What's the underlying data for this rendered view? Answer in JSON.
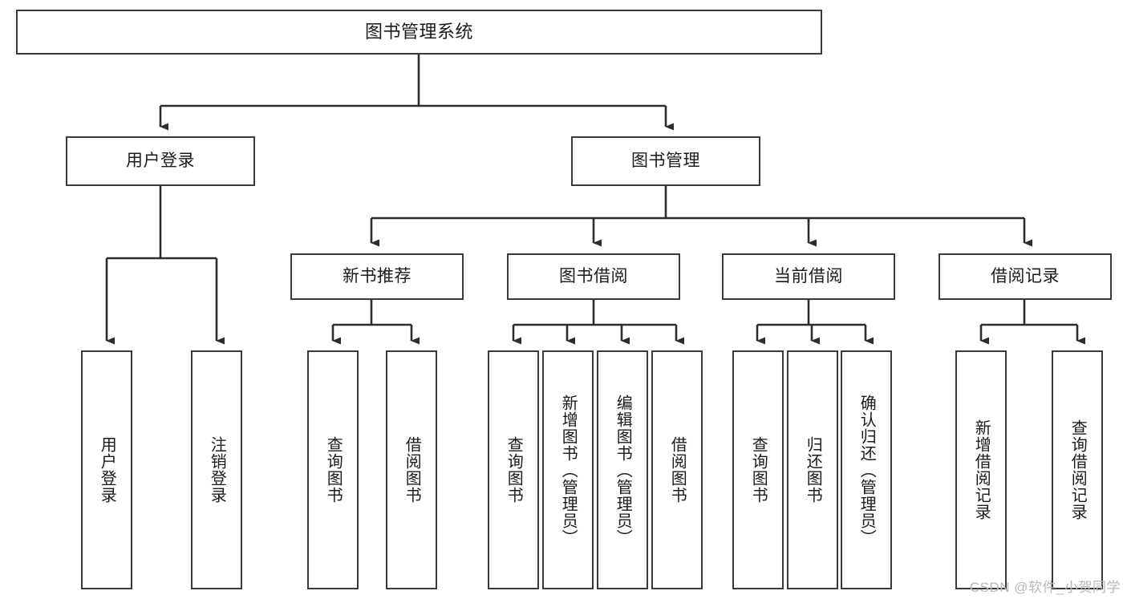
{
  "diagram": {
    "type": "tree-hierarchy-chart",
    "title": "图书管理系统",
    "orientation": "top-down",
    "colors": {
      "box_border": "#3a3a3a",
      "box_fill": "#ffffff",
      "connector": "#2d2d2d",
      "text": "#1b1b1b",
      "watermark": "#b8b8b8"
    },
    "root": {
      "id": "root",
      "label": "图书管理系统"
    },
    "level2": [
      {
        "id": "user-login",
        "label": "用户登录"
      },
      {
        "id": "book-manage",
        "label": "图书管理"
      }
    ],
    "level3": [
      {
        "id": "new-book-rec",
        "label": "新书推荐",
        "parent": "book-manage"
      },
      {
        "id": "book-borrow",
        "label": "图书借阅",
        "parent": "book-manage"
      },
      {
        "id": "current-borrow",
        "label": "当前借阅",
        "parent": "book-manage"
      },
      {
        "id": "borrow-record",
        "label": "借阅记录",
        "parent": "book-manage"
      }
    ],
    "leaves": [
      {
        "id": "leaf-user-login",
        "label": "用户登录",
        "parent": "user-login"
      },
      {
        "id": "leaf-logout",
        "label": "注销登录",
        "parent": "user-login"
      },
      {
        "id": "leaf-query-book-1",
        "label": "查询图书",
        "parent": "new-book-rec"
      },
      {
        "id": "leaf-borrow-book-1",
        "label": "借阅图书",
        "parent": "new-book-rec"
      },
      {
        "id": "leaf-query-book-2",
        "label": "查询图书",
        "parent": "book-borrow"
      },
      {
        "id": "leaf-add-book",
        "label": "新增图书（管理员）",
        "parent": "book-borrow"
      },
      {
        "id": "leaf-edit-book",
        "label": "编辑图书（管理员）",
        "parent": "book-borrow"
      },
      {
        "id": "leaf-borrow-book-2",
        "label": "借阅图书",
        "parent": "book-borrow"
      },
      {
        "id": "leaf-query-book-3",
        "label": "查询图书",
        "parent": "current-borrow"
      },
      {
        "id": "leaf-return-book",
        "label": "归还图书",
        "parent": "current-borrow"
      },
      {
        "id": "leaf-confirm-return",
        "label": "确认归还（管理员）",
        "parent": "current-borrow"
      },
      {
        "id": "leaf-add-record",
        "label": "新增借阅记录",
        "parent": "borrow-record"
      },
      {
        "id": "leaf-query-record",
        "label": "查询借阅记录",
        "parent": "borrow-record"
      }
    ]
  },
  "watermark": {
    "text": "CSDN @软件_小贺同学"
  }
}
